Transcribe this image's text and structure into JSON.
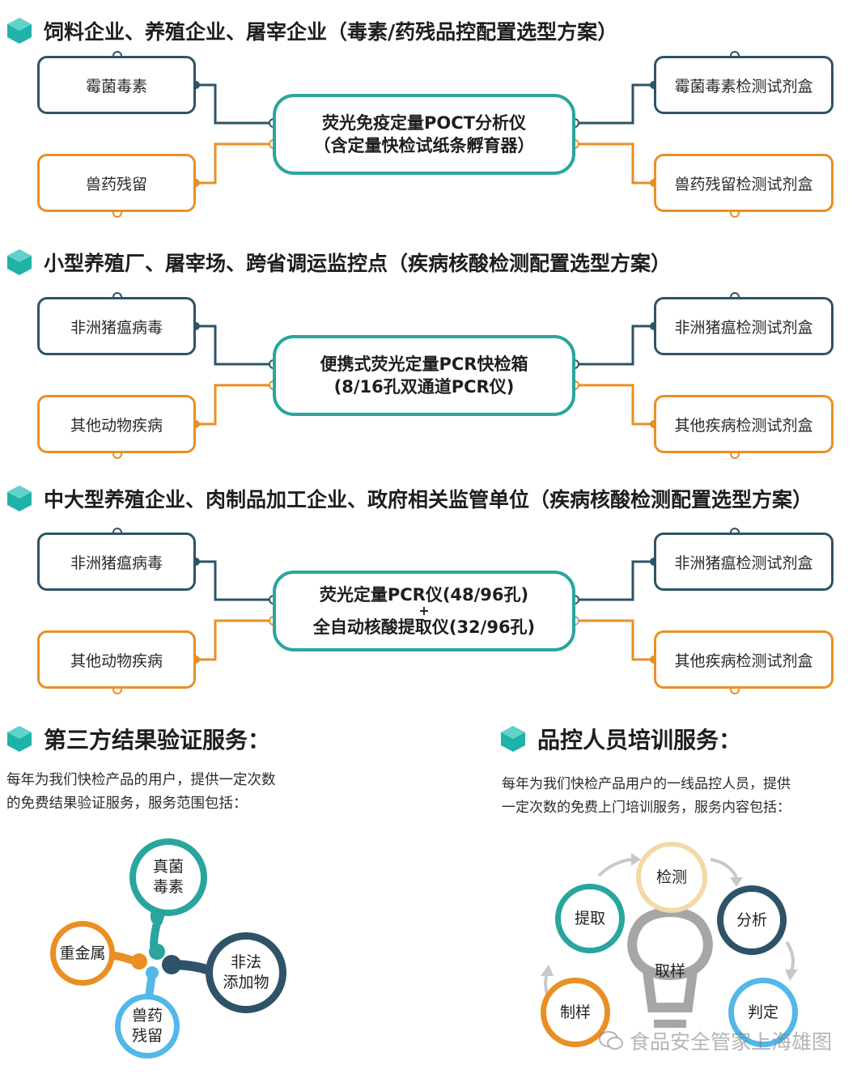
{
  "colors": {
    "teal": "#2aa59e",
    "dark": "#2e5368",
    "orange": "#e98f24",
    "lightblue": "#53b7e8",
    "gray": "#a6a6a6",
    "cream": "#f3d9a8"
  },
  "sections": [
    {
      "title": "饲料企业、养殖企业、屠宰企业（毒素/药残品控配置选型方案）",
      "left_top": "霉菌毒素",
      "left_bottom": "兽药残留",
      "center_line1": "荧光免疫定量POCT分析仪",
      "center_line2": "（含定量快检试纸条孵育器）",
      "right_top": "霉菌毒素检测试剂盒",
      "right_bottom": "兽药残留检测试剂盒"
    },
    {
      "title": "小型养殖厂、屠宰场、跨省调运监控点（疾病核酸检测配置选型方案）",
      "left_top": "非洲猪瘟病毒",
      "left_bottom": "其他动物疾病",
      "center_line1": "便携式荧光定量PCR快检箱",
      "center_line2": "(8/16孔双通道PCR仪)",
      "right_top": "非洲猪瘟检测试剂盒",
      "right_bottom": "其他疾病检测试剂盒"
    },
    {
      "title": "中大型养殖企业、肉制品加工企业、政府相关监管单位（疾病核酸检测配置选型方案）",
      "left_top": "非洲猪瘟病毒",
      "left_bottom": "其他动物疾病",
      "center_line1": "荧光定量PCR仪(48/96孔)",
      "center_plus": "+",
      "center_line2": "全自动核酸提取仪(32/96孔)",
      "right_top": "非洲猪瘟检测试剂盒",
      "right_bottom": "其他疾病检测试剂盒"
    }
  ],
  "verification": {
    "title": "第三方结果验证服务：",
    "line1": "每年为我们快检产品的用户，提供一定次数",
    "line2": "的免费结果验证服务，服务范围包括：",
    "items": {
      "mycotoxin": [
        "真菌",
        "毒素"
      ],
      "heavy_metal": "重金属",
      "illegal_additive": [
        "非法",
        "添加物"
      ],
      "vet_residue": [
        "兽药",
        "残留"
      ]
    }
  },
  "training": {
    "title": "品控人员培训服务：",
    "line1": "每年为我们快检产品用户的一线品控人员，提供",
    "line2": "一定次数的免费上门培训服务，服务内容包括：",
    "items": {
      "detect": "检测",
      "analyze": "分析",
      "judge": "判定",
      "prepare": "制样",
      "extract": "提取",
      "sample": "取样"
    }
  },
  "watermark": "食品安全管家上海雄图"
}
